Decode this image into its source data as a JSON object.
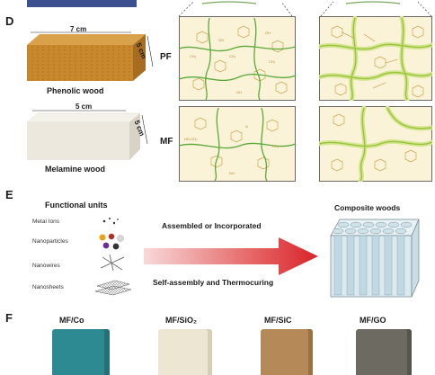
{
  "panels": {
    "d": {
      "label": "D",
      "dim_7": "7 cm",
      "dim_5a": "5 cm",
      "dim_5b": "5 cm",
      "dim_5c": "5 cm",
      "phenolic": "Phenolic wood",
      "melamine": "Melamine wood",
      "row_pf": "PF",
      "row_mf": "MF"
    },
    "e": {
      "label": "E",
      "title": "Functional units",
      "metal_ions": "Metal Ions",
      "nanoparticles": "Nanoparticles",
      "nanowires": "Nanowires",
      "nanosheets": "Nanosheets",
      "assembled": "Assembled or Incorporated",
      "selfassembly": "Self-assembly and Thermocuring",
      "composite": "Composite woods"
    },
    "f": {
      "label": "F",
      "s1": "MF/Co",
      "s2": "MF/SiO₂",
      "s3": "MF/SiC",
      "s4": "MF/GO"
    }
  },
  "colors": {
    "phenolic_wood": "#c8882c",
    "melamine_wood": "#ece8de",
    "matrix_bg": "#fbf3d8",
    "fiber_green": "#5aa83a",
    "arrow_red": "#d9232a",
    "honeycomb": "#bfd8e2",
    "mf_co": "#2e8a92",
    "mf_sio2": "#ece6d3",
    "mf_sic": "#b58a58",
    "mf_go": "#6d6a62"
  }
}
